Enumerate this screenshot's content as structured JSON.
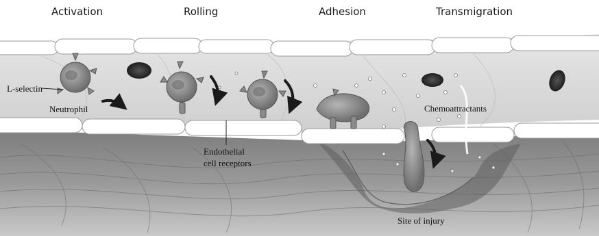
{
  "stages": {
    "activation": "Activation",
    "rolling": "Rolling",
    "adhesion": "Adhesion",
    "transmigration": "Transmigration"
  },
  "labels": {
    "l_selectin": "L-selectin",
    "neutrophil": "Neutrophil",
    "endothelial_line1": "Endothelial",
    "endothelial_line2": "cell receptors",
    "chemoattractants": "Chemoattractants",
    "site_of_injury": "Site of injury"
  },
  "colors": {
    "vessel_lumen": "#dcdcdc",
    "endothelial_cell": "#ffffff",
    "tissue": "#8f8f8f",
    "neutrophil": "#8a8a8a",
    "red_blood_cell": "#2e2e2e",
    "arrow": "#1a1a1a"
  }
}
